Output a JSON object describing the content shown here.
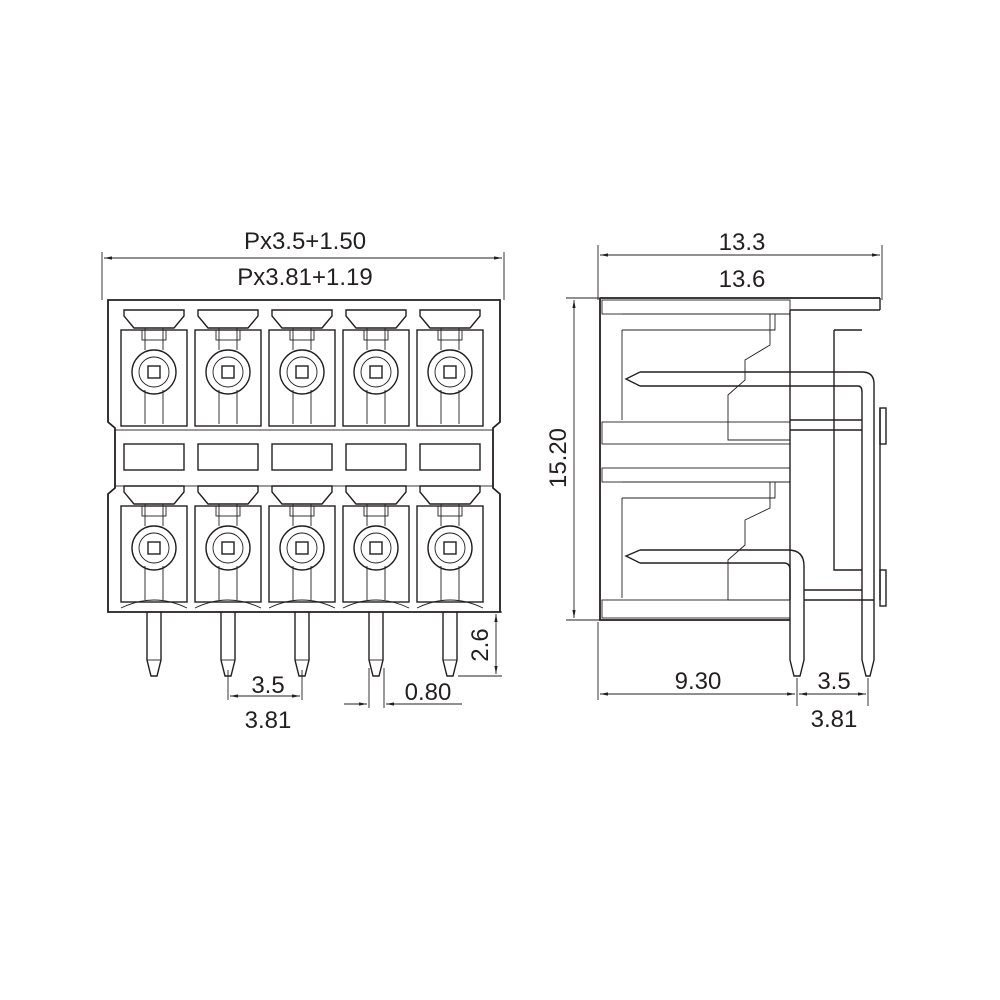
{
  "front_view": {
    "pitch_formula_top": "Px3.5+1.50",
    "pitch_formula_bottom": "Px3.81+1.19",
    "pin_pitch_top": "3.5",
    "pin_pitch_bottom": "3.81",
    "pin_width": "0.80",
    "pin_length": "2.6"
  },
  "side_view": {
    "depth_top": "13.3",
    "depth_bottom": "13.6",
    "height": "15.20",
    "pin_offset": "9.30",
    "row_pitch_top": "3.5",
    "row_pitch_bottom": "3.81"
  }
}
